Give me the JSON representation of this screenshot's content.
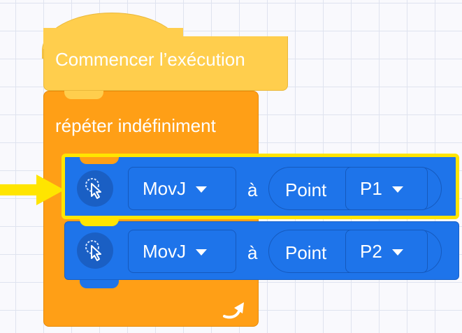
{
  "hat_block": {
    "label": "Commencer l’exécution"
  },
  "loop_block": {
    "label": "répéter indéfiniment",
    "loop_icon": "loop-arrow-icon"
  },
  "motion_blocks": [
    {
      "icon": "click-icon",
      "command": "MovJ",
      "preposition": "à",
      "target_type": "Point",
      "point": "P1",
      "selected": true
    },
    {
      "icon": "click-icon",
      "command": "MovJ",
      "preposition": "à",
      "target_type": "Point",
      "point": "P2",
      "selected": false
    }
  ],
  "colors": {
    "hat": "#ffce4d",
    "loop": "#ff9f16",
    "motion": "#1e74ea",
    "selection": "#ffe500"
  }
}
